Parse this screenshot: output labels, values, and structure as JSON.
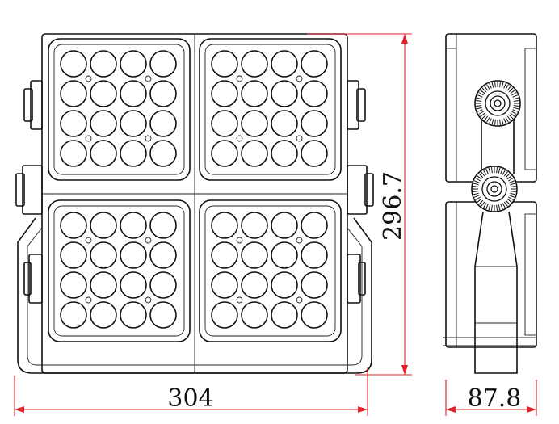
{
  "dimensions": {
    "width_label": "304",
    "height_label": "296.7",
    "depth_label": "87.8"
  },
  "colors": {
    "line": "#111111",
    "dimension": "#e0202a",
    "background": "#ffffff"
  },
  "drawing": {
    "modules": 4,
    "led_rows_per_module": 4,
    "led_cols_per_module": 4
  }
}
